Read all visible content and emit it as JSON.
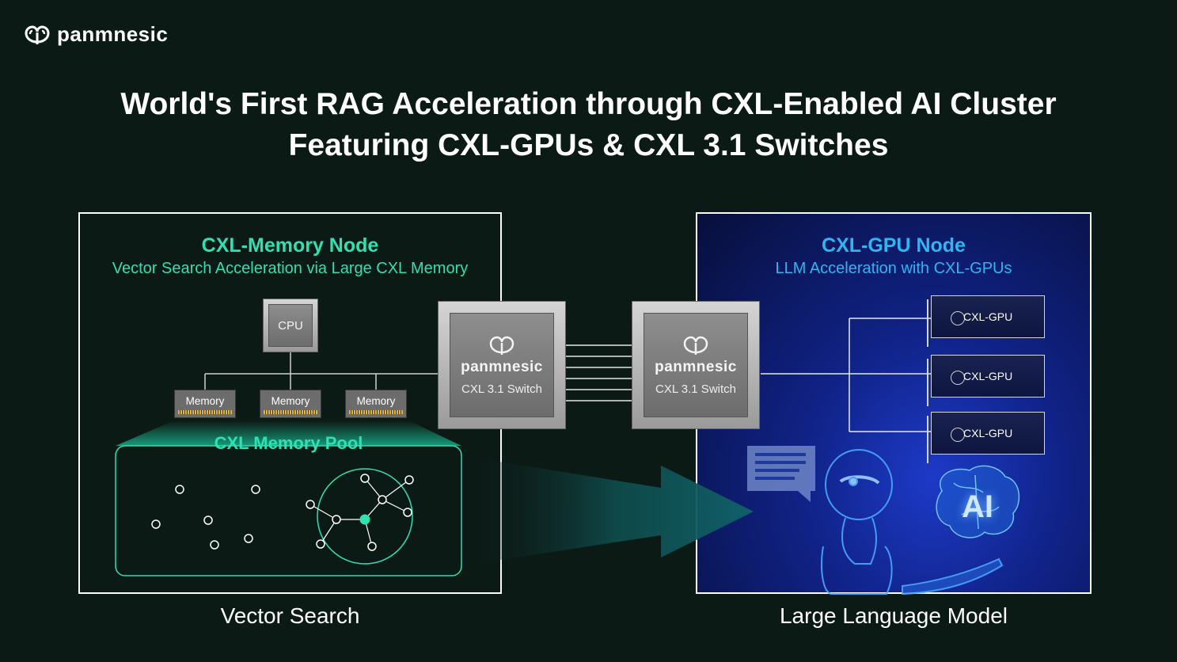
{
  "header": {
    "logo_text": "panmnesic",
    "title_line1": "World's First RAG Acceleration through CXL-Enabled AI Cluster",
    "title_line2": "Featuring CXL-GPUs & CXL 3.1 Switches"
  },
  "memory_node": {
    "title": "CXL-Memory Node",
    "subtitle": "Vector Search Acceleration via Large CXL Memory",
    "cpu_label": "CPU",
    "memory_labels": [
      "Memory",
      "Memory",
      "Memory"
    ],
    "pool_title": "CXL Memory Pool",
    "caption": "Vector Search"
  },
  "switches": [
    {
      "brand": "panmnesic",
      "label": "CXL 3.1 Switch"
    },
    {
      "brand": "panmnesic",
      "label": "CXL 3.1 Switch"
    }
  ],
  "gpu_node": {
    "title": "CXL-GPU Node",
    "subtitle": "LLM Acceleration with CXL-GPUs",
    "gpu_labels": [
      "CXL-GPU",
      "CXL-GPU",
      "CXL-GPU"
    ],
    "ai_badge": "AI",
    "caption": "Large Language Model"
  },
  "colors": {
    "background": "#0c1a16",
    "memory_accent": "#2fe0b0",
    "gpu_accent": "#2fb5f0",
    "highlight_node": "#2fe0b0"
  },
  "icons": [
    "panmnesic-logo-icon",
    "chat-bubble-icon",
    "robot-icon",
    "brain-icon"
  ]
}
